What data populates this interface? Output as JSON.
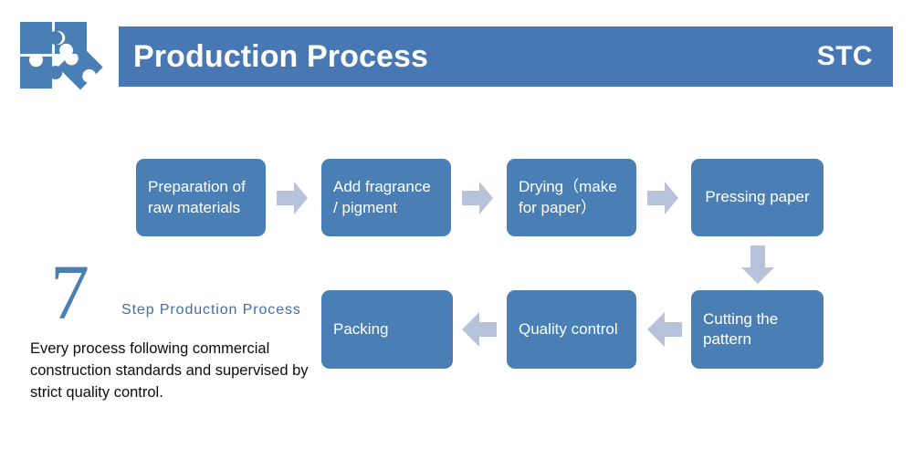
{
  "header": {
    "title": "Production Process",
    "brand": "STC",
    "bar_color": "#4778b4",
    "logo_icon": "puzzle-pieces-logo",
    "logo_color": "#4a7fb5"
  },
  "theme": {
    "box_fill": "#4a7fb5",
    "box_text": "#ffffff",
    "arrow_fill": "#b6c3db",
    "accent_blue": "#4a7fb5",
    "label_blue": "#3f6fa8",
    "body_text": "#0d0d0d",
    "background": "#ffffff"
  },
  "caption": {
    "number": "7",
    "label": "Step Production Process",
    "description": "Every process following commercial construction standards and supervised by strict quality control."
  },
  "flow": {
    "row1": [
      {
        "id": "prep",
        "label": "Preparation of raw materials"
      },
      {
        "id": "fragrance",
        "label": "Add fragrance / pigment"
      },
      {
        "id": "drying",
        "label": "Drying（make for paper）"
      },
      {
        "id": "pressing",
        "label": "Pressing paper"
      }
    ],
    "row2": [
      {
        "id": "packing",
        "label": "Packing"
      },
      {
        "id": "quality",
        "label": "Quality control"
      },
      {
        "id": "cutting",
        "label": "Cutting the pattern"
      }
    ],
    "connectors": [
      {
        "id": "arrow-1",
        "icon": "arrow-right-icon",
        "from": "prep",
        "to": "fragrance"
      },
      {
        "id": "arrow-2",
        "icon": "arrow-right-icon",
        "from": "fragrance",
        "to": "drying"
      },
      {
        "id": "arrow-3",
        "icon": "arrow-right-icon",
        "from": "drying",
        "to": "pressing"
      },
      {
        "id": "arrow-down",
        "icon": "arrow-down-icon",
        "from": "pressing",
        "to": "cutting"
      },
      {
        "id": "arrow-4",
        "icon": "arrow-left-icon",
        "from": "cutting",
        "to": "quality"
      },
      {
        "id": "arrow-5",
        "icon": "arrow-left-icon",
        "from": "quality",
        "to": "packing"
      }
    ]
  }
}
